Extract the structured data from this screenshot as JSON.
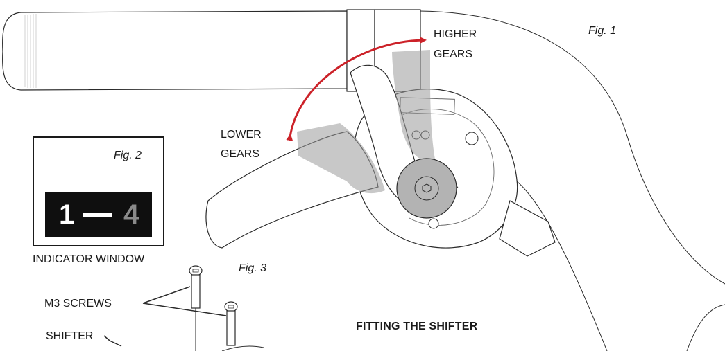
{
  "figures": {
    "fig1": "Fig. 1",
    "fig2": "Fig. 2",
    "fig3": "Fig. 3"
  },
  "labels": {
    "higher_line1": "HIGHER",
    "higher_line2": "GEARS",
    "lower_line1": "LOWER",
    "lower_line2": "GEARS",
    "indicator_window": "INDICATOR WINDOW",
    "m3_screws": "M3 SCREWS",
    "shifter": "SHIFTER"
  },
  "indicator": {
    "low_gear": "1",
    "high_gear": "4"
  },
  "title": "FITTING THE SHIFTER",
  "colors": {
    "arrow": "#cc2229",
    "shade": "#9a9a9a",
    "ink": "#1a1a1a",
    "window_bg": "#0f0f0f"
  }
}
